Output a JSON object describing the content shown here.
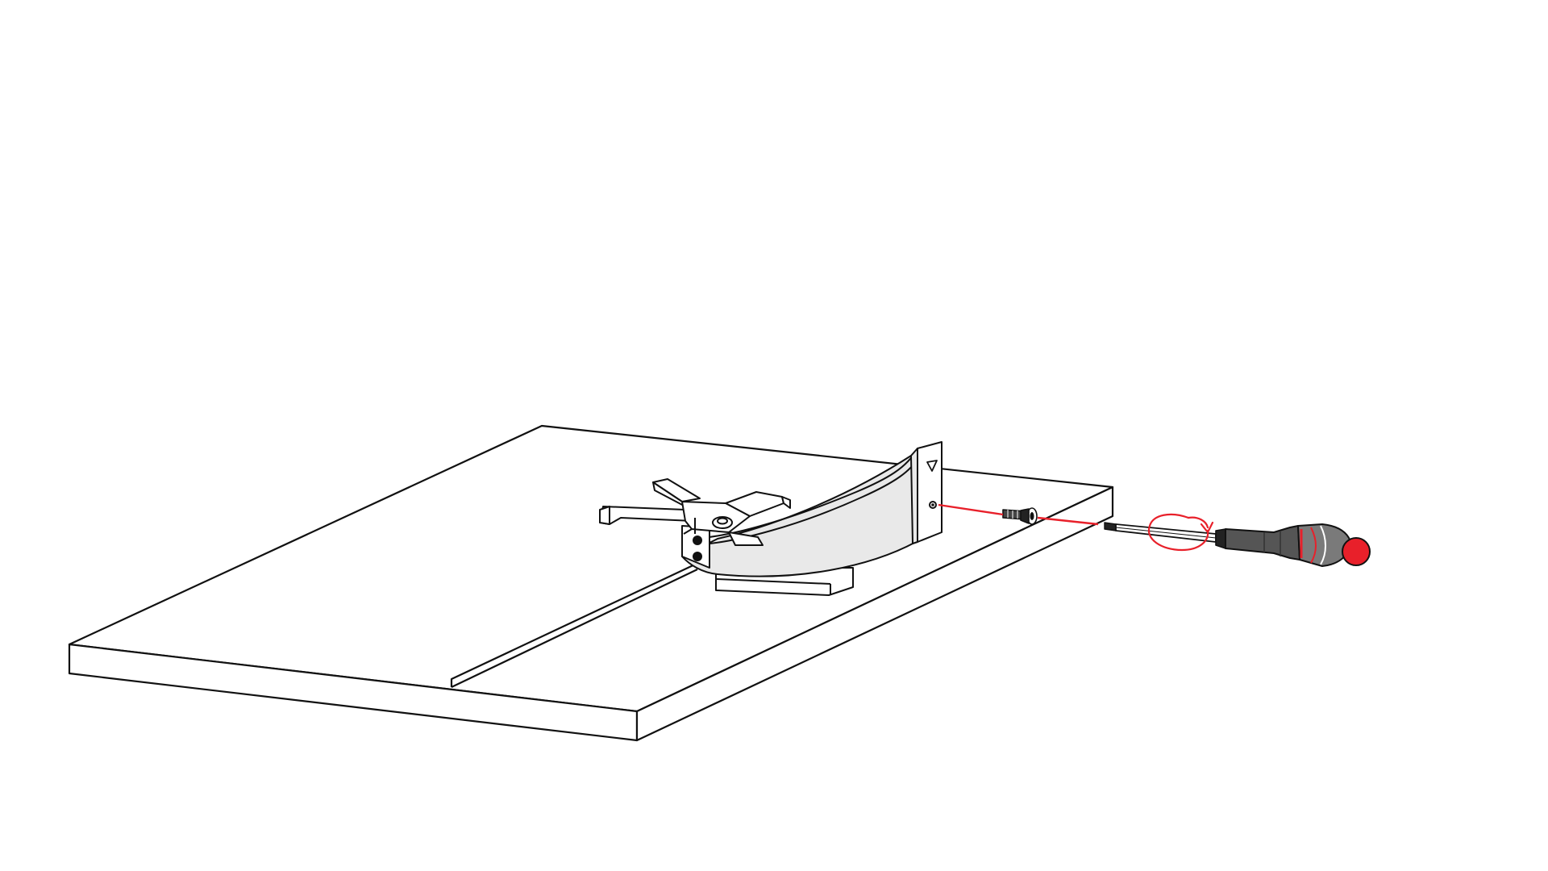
{
  "diagram": {
    "kind": "assembly-instruction-illustration",
    "colors": {
      "line": "#111111",
      "part_fill": "#ffffff",
      "bracket_fill": "#e9e9e9",
      "callout": "#e8202a",
      "handle_dark": "#4a4a4a",
      "handle_mid": "#7a7a7a",
      "handle_tip": "#e8202a"
    },
    "parts": [
      {
        "id": "panel",
        "icon": "board-panel"
      },
      {
        "id": "bracket",
        "icon": "curved-mounting-bracket"
      },
      {
        "id": "spider",
        "icon": "star-mount-plate"
      },
      {
        "id": "screw",
        "icon": "screw"
      },
      {
        "id": "screwdriver",
        "icon": "screwdriver"
      }
    ],
    "annotations": [
      {
        "id": "insert-line",
        "icon": "red-guide-line"
      },
      {
        "id": "rotation",
        "icon": "rotate-clockwise-arrow"
      }
    ]
  }
}
